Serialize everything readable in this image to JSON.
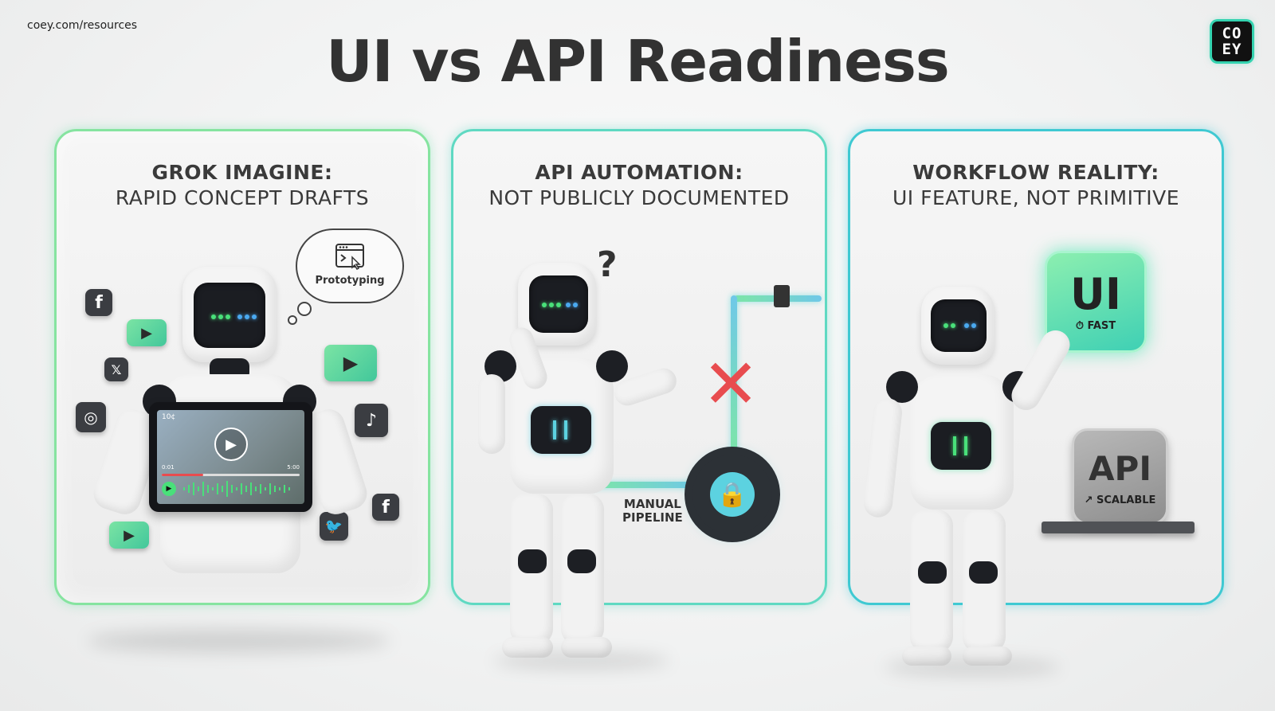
{
  "header": {
    "site_url": "coey.com/resources",
    "title": "UI vs API Readiness",
    "logo_text": "COEY"
  },
  "panels": [
    {
      "title": "GROK IMAGINE:",
      "subtitle": "RAPID CONCEPT DRAFTS",
      "thought_label": "Prototyping",
      "tablet": {
        "time_start": "0:01",
        "time_end": "5:00",
        "top_label": "10¢"
      },
      "icons": [
        "facebook-icon",
        "youtube-play-icon",
        "x-icon",
        "instagram-icon",
        "tiktok-icon",
        "twitter-icon"
      ]
    },
    {
      "title": "API AUTOMATION:",
      "subtitle": "NOT PUBLICLY DOCUMENTED",
      "question_mark": "?",
      "pipeline_label_1": "MANUAL",
      "pipeline_label_2": "PIPELINE"
    },
    {
      "title": "WORKFLOW REALITY:",
      "subtitle": "UI FEATURE, NOT PRIMITIVE",
      "ui_badge": {
        "big": "UI",
        "small": "FAST"
      },
      "api_badge": {
        "big": "API",
        "small": "SCALABLE"
      }
    }
  ],
  "colors": {
    "panel_1_border": "#86e4a0",
    "panel_2_border": "#5fd9c2",
    "panel_3_border": "#3fc9d2",
    "x_mark": "#e84c4f"
  }
}
